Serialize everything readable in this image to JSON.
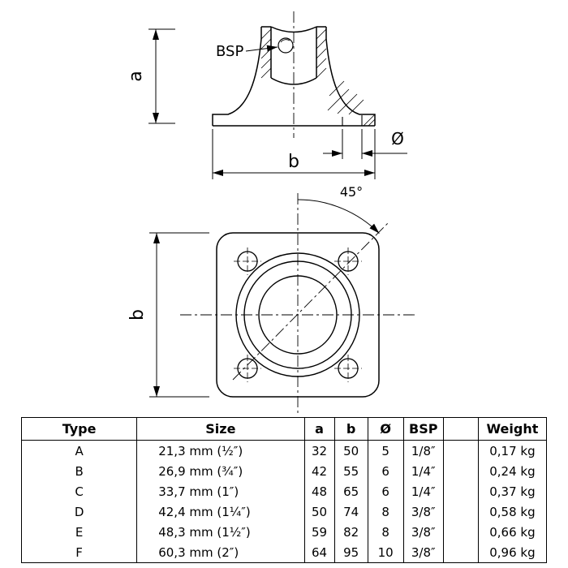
{
  "drawing": {
    "side_view": {
      "bsp_label": "BSP",
      "dim_a_label": "a",
      "dim_b_label": "b",
      "dim_diameter_label": "Ø"
    },
    "top_view": {
      "dim_b_label": "b",
      "angle_label": "45°"
    }
  },
  "table": {
    "headers": [
      "Type",
      "Size",
      "a",
      "b",
      "Ø",
      "BSP",
      "",
      "Weight"
    ],
    "rows": [
      [
        "A",
        "21,3 mm (½″)",
        "32",
        "50",
        "5",
        "1/8″",
        "",
        "0,17 kg"
      ],
      [
        "B",
        "26,9 mm (¾″)",
        "42",
        "55",
        "6",
        "1/4″",
        "",
        "0,24 kg"
      ],
      [
        "C",
        "33,7 mm (1″)",
        "48",
        "65",
        "6",
        "1/4″",
        "",
        "0,37 kg"
      ],
      [
        "D",
        "42,4 mm (1¼″)",
        "50",
        "74",
        "8",
        "3/8″",
        "",
        "0,58 kg"
      ],
      [
        "E",
        "48,3 mm (1½″)",
        "59",
        "82",
        "8",
        "3/8″",
        "",
        "0,66 kg"
      ],
      [
        "F",
        "60,3 mm (2″)",
        "64",
        "95",
        "10",
        "3/8″",
        "",
        "0,96 kg"
      ]
    ]
  }
}
